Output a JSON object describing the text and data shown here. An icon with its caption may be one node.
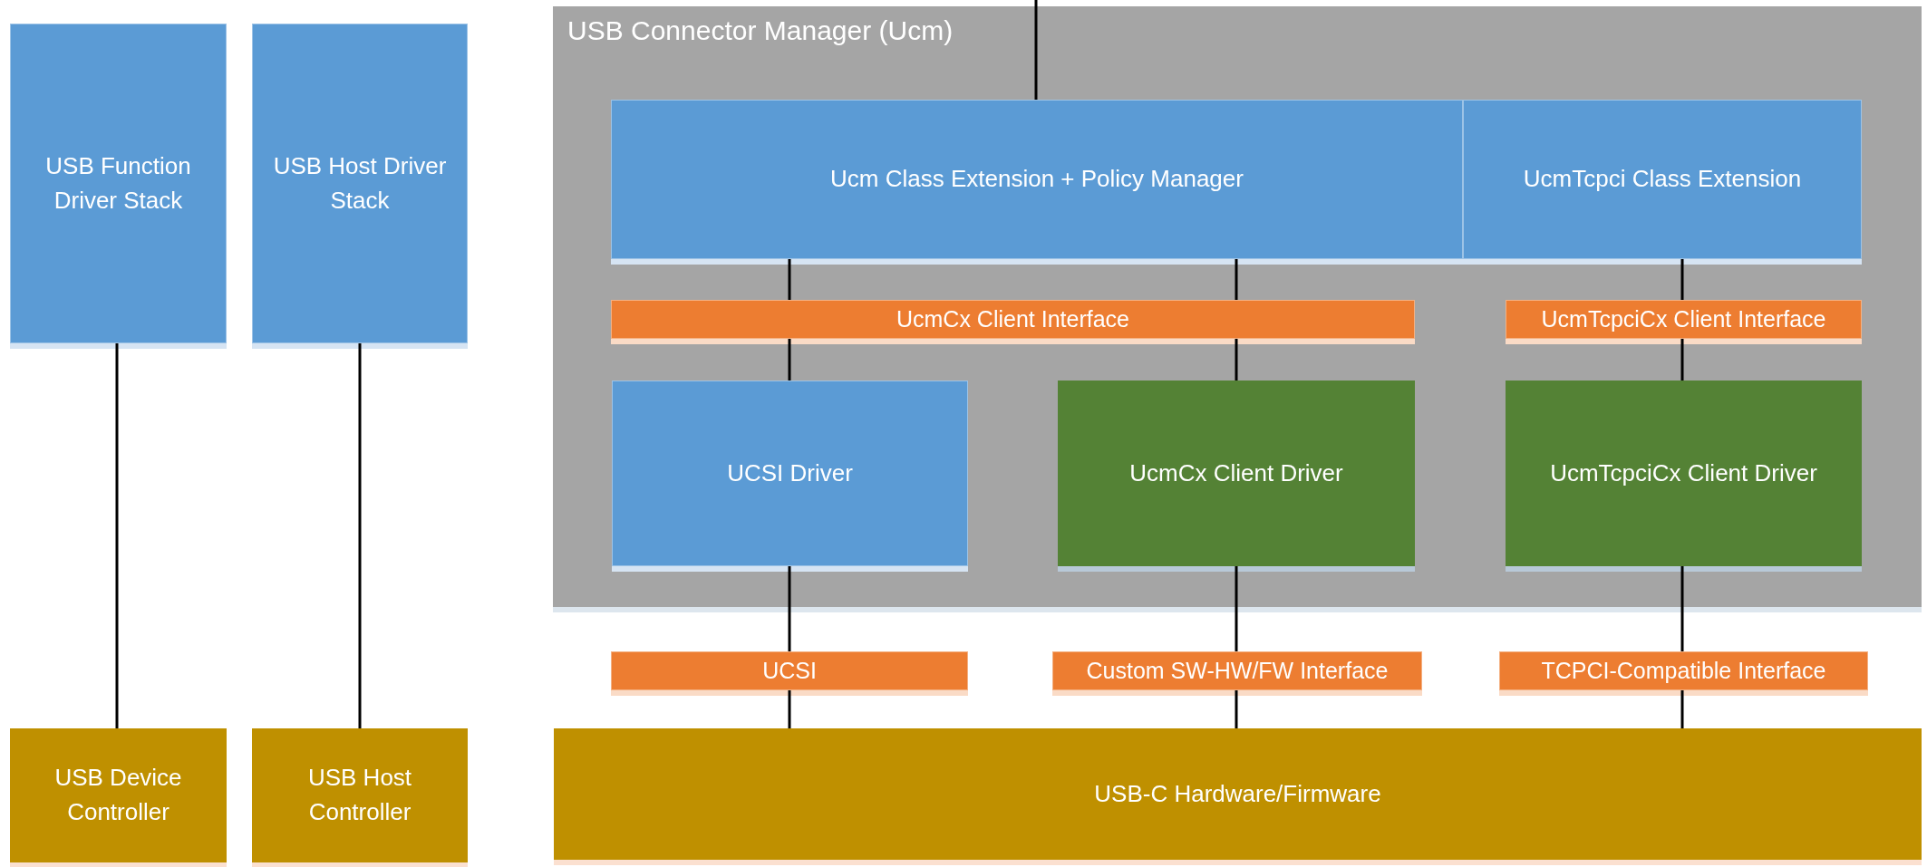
{
  "diagram": {
    "nodes": [
      {
        "text": [
          "USB Function Driver Stack"
        ]
      },
      {
        "text": [
          "USB Host Driver Stack"
        ]
      },
      {
        "text": [
          "USB Device Controller"
        ]
      },
      {
        "text": [
          "USB Host Controller"
        ]
      },
      {
        "text": [
          "USB Connector Manager (Ucm)"
        ]
      },
      {
        "text": [
          "Ucm Class Extension + Policy Manager"
        ],
        "in": 4
      },
      {
        "text": [
          "UcmTcpci Class Extension"
        ],
        "in": 4
      },
      {
        "text": [
          "UcmCx Client Interface"
        ],
        "in": 4
      },
      {
        "text": [
          "UcmTcpciCx Client Interface"
        ],
        "in": 4
      },
      {
        "text": [
          "UCSI Driver"
        ],
        "in": 4
      },
      {
        "text": [
          "UcmCx Client Driver"
        ],
        "in": 4
      },
      {
        "text": [
          "UcmTcpciCx Client Driver"
        ],
        "in": 4
      },
      {
        "text": [
          "UCSI"
        ]
      },
      {
        "text": [
          "Custom SW-HW/FW Interface"
        ]
      },
      {
        "text": [
          "TCPCI-Compatible Interface"
        ]
      },
      {
        "text": [
          "USB-C Hardware/Firmware"
        ]
      }
    ],
    "edges": [
      {
        "from": 0,
        "to": 2,
        "arrow": "none"
      },
      {
        "from": 1,
        "to": 3,
        "arrow": "none"
      },
      {
        "from": null,
        "to": 5,
        "arrow": "none"
      },
      {
        "from": 5,
        "to": 7,
        "arrow": "none"
      },
      {
        "from": 7,
        "to": 9,
        "arrow": "none"
      },
      {
        "from": 5,
        "to": 7,
        "arrow": "none"
      },
      {
        "from": 7,
        "to": 10,
        "arrow": "none"
      },
      {
        "from": 6,
        "to": 8,
        "arrow": "none"
      },
      {
        "from": 8,
        "to": 11,
        "arrow": "none"
      },
      {
        "from": 9,
        "to": 12,
        "arrow": "none"
      },
      {
        "from": 12,
        "to": 15,
        "arrow": "none"
      },
      {
        "from": 10,
        "to": 13,
        "arrow": "none"
      },
      {
        "from": 13,
        "to": 15,
        "arrow": "none"
      },
      {
        "from": 11,
        "to": 14,
        "arrow": "none"
      },
      {
        "from": 14,
        "to": 15,
        "arrow": "none"
      }
    ]
  }
}
